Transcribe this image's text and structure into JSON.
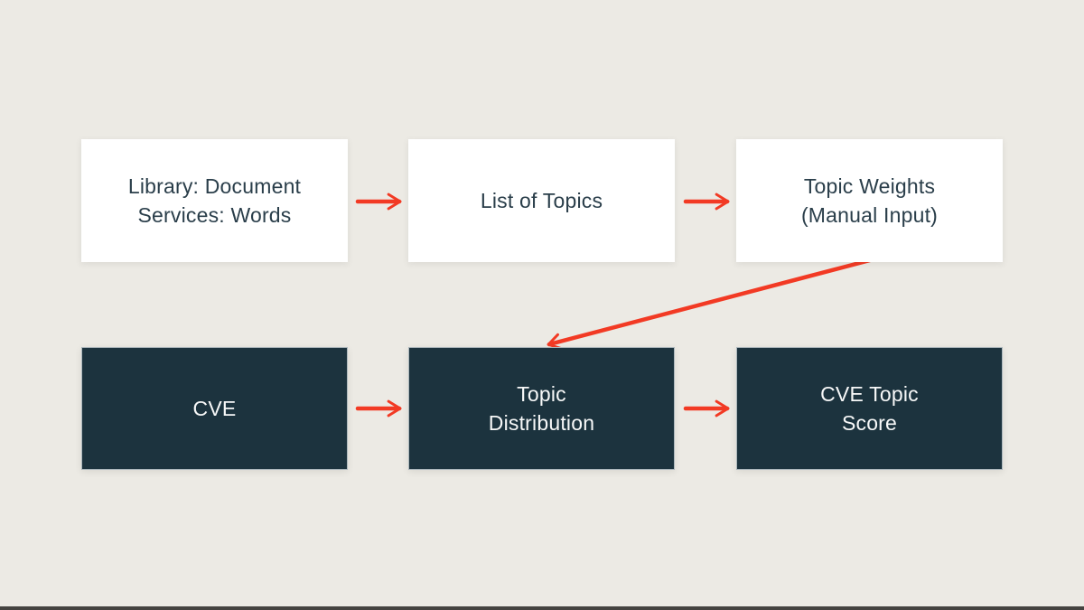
{
  "diagram": {
    "title": "CVE topic scoring pipeline flowchart",
    "colors": {
      "background": "#ECEAE4",
      "node_light_bg": "#FFFFFF",
      "node_dark_bg": "#1C333E",
      "node_light_text": "#2A3E4A",
      "node_dark_text": "#F7F8F8",
      "arrow": "#F23A24",
      "footer_bar": "#454340"
    },
    "nodes": [
      {
        "id": "library-document-services-words",
        "style": "light",
        "lines": [
          "Library: Document",
          "Services: Words"
        ]
      },
      {
        "id": "list-of-topics",
        "style": "light",
        "lines": [
          "List of Topics"
        ]
      },
      {
        "id": "topic-weights-manual-input",
        "style": "light",
        "lines": [
          "Topic Weights",
          "(Manual Input)"
        ]
      },
      {
        "id": "cve",
        "style": "dark",
        "lines": [
          "CVE"
        ]
      },
      {
        "id": "topic-distribution",
        "style": "dark",
        "lines": [
          "Topic",
          "Distribution"
        ]
      },
      {
        "id": "cve-topic-score",
        "style": "dark",
        "lines": [
          "CVE Topic",
          "Score"
        ]
      }
    ],
    "edges": [
      {
        "from": "library-document-services-words",
        "to": "list-of-topics",
        "shape": "straight-right"
      },
      {
        "from": "list-of-topics",
        "to": "topic-weights-manual-input",
        "shape": "straight-right"
      },
      {
        "from": "topic-weights-manual-input",
        "to": "topic-distribution",
        "shape": "diagonal-down-left"
      },
      {
        "from": "cve",
        "to": "topic-distribution",
        "shape": "straight-right"
      },
      {
        "from": "topic-distribution",
        "to": "cve-topic-score",
        "shape": "straight-right"
      }
    ]
  }
}
